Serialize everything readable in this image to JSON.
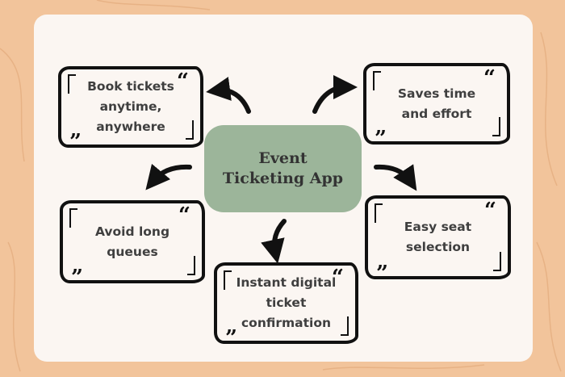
{
  "center": {
    "title_line1": "Event",
    "title_line2": "Ticketing App"
  },
  "benefits": [
    {
      "label": "Book tickets anytime, anywhere"
    },
    {
      "label": "Saves time and effort"
    },
    {
      "label": "Avoid long queues"
    },
    {
      "label": "Easy seat selection"
    },
    {
      "label": "Instant digital ticket confirmation"
    }
  ],
  "quote_open": "“",
  "quote_close": "”",
  "colors": {
    "background": "#f2c49b",
    "card": "#fbf6f2",
    "center": "#9cb59a",
    "text": "#3f3f3f"
  }
}
